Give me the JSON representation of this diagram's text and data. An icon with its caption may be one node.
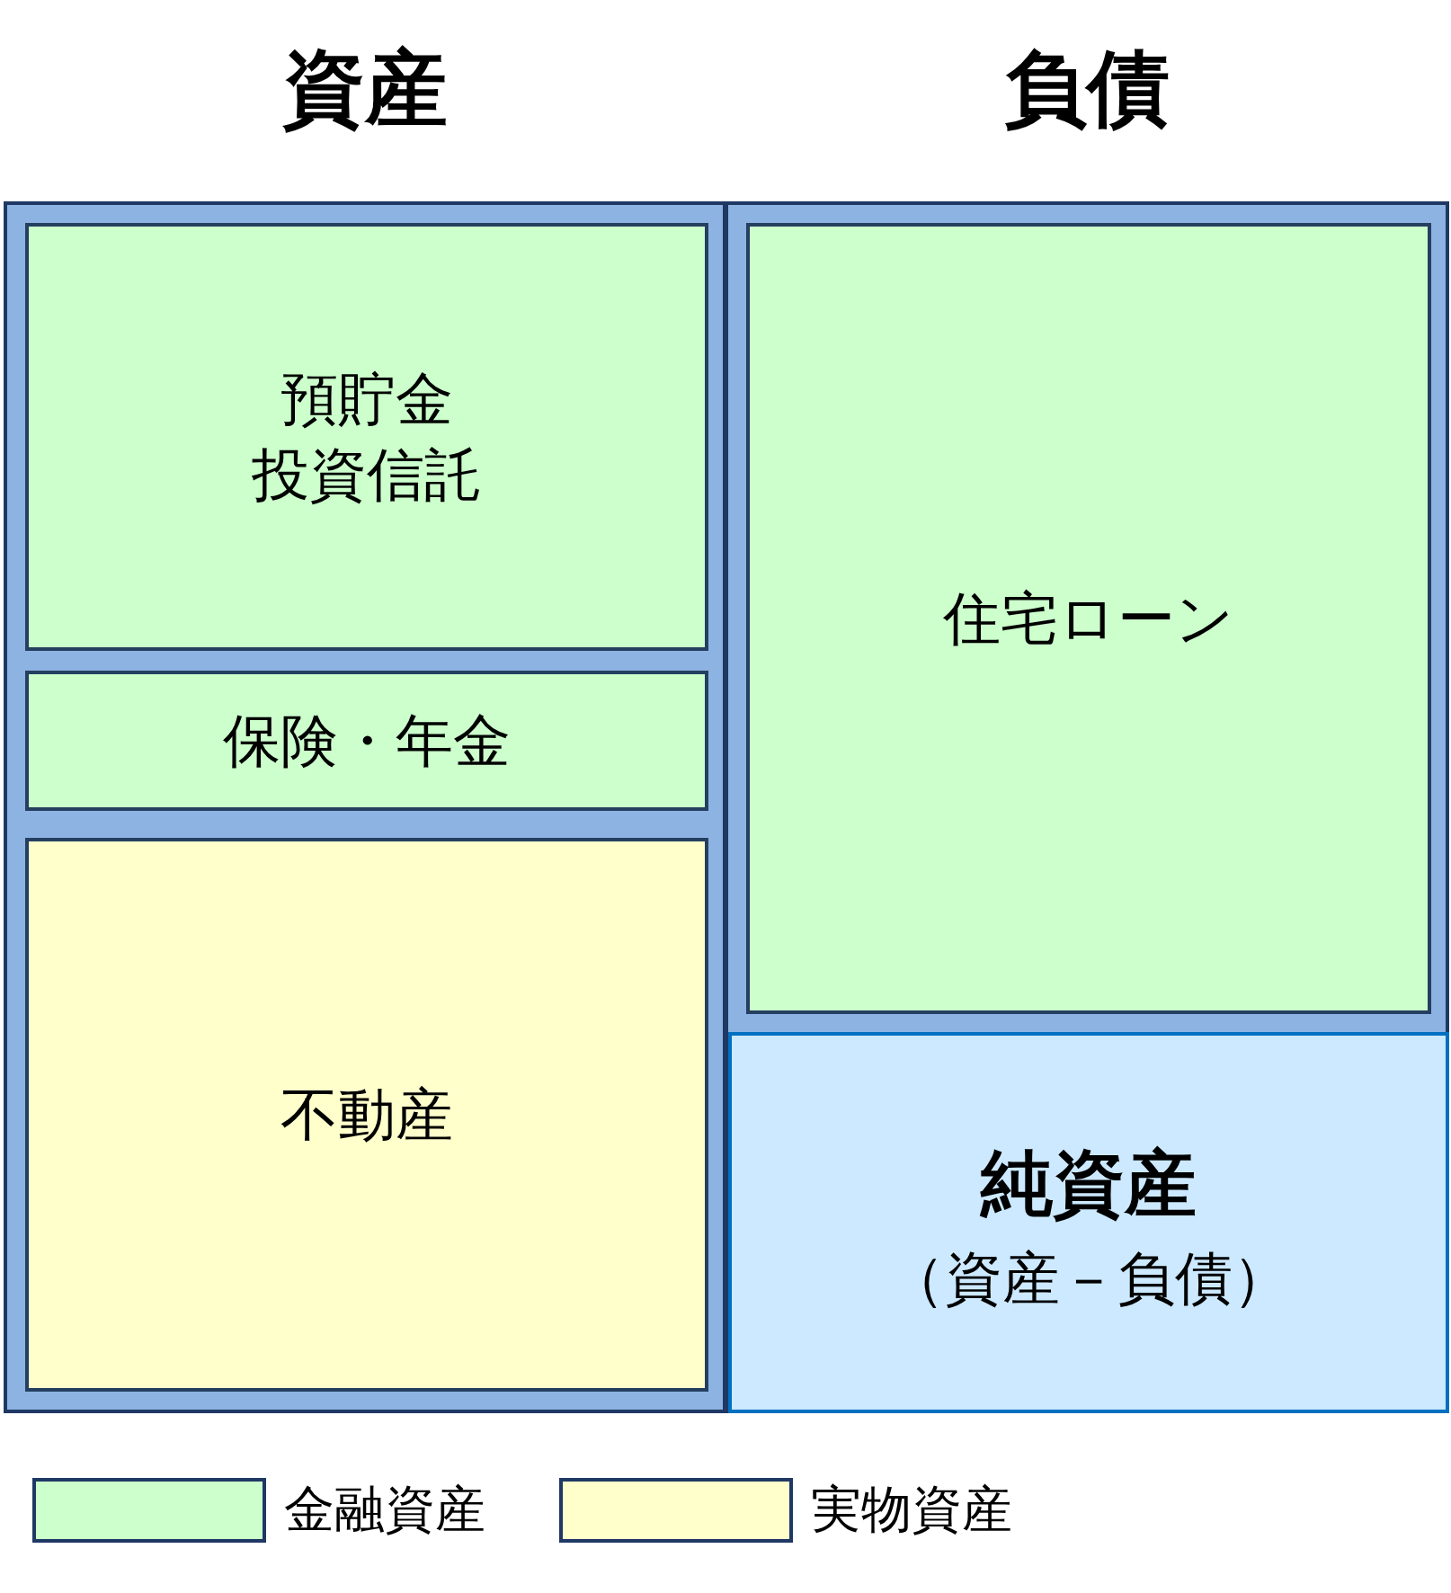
{
  "diagram": {
    "nodes": [
      {
        "text": [
          "資産"
        ]
      },
      {
        "text": [
          "預貯金",
          "投資信託"
        ],
        "in": 0
      },
      {
        "text": [
          "保険・年金"
        ],
        "in": 0
      },
      {
        "text": [
          "不動産"
        ],
        "in": 0
      },
      {
        "text": [
          "負債"
        ]
      },
      {
        "text": [
          "住宅ローン"
        ],
        "in": 4
      },
      {
        "text": [
          "純資産",
          "（資産－負債）"
        ],
        "in": 4
      }
    ],
    "legend": [
      {
        "text": "金融資産",
        "color": "#ccffcc"
      },
      {
        "text": "実物資産",
        "color": "#ffffcc"
      }
    ]
  }
}
